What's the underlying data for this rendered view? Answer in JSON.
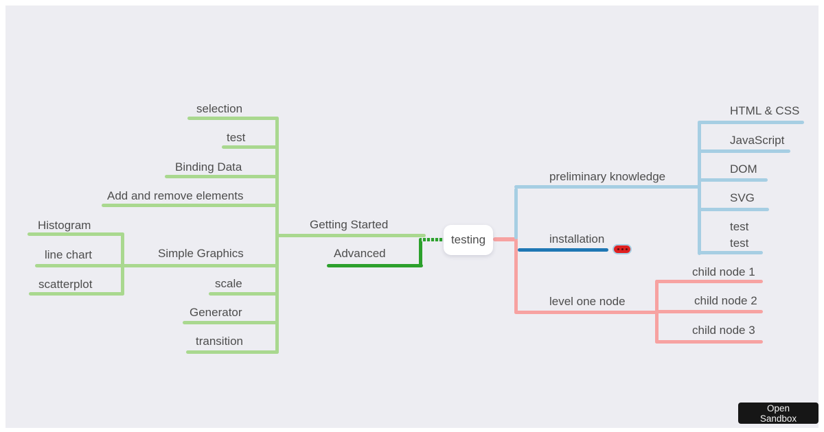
{
  "mindmap": {
    "root": {
      "label": "testing"
    },
    "branches": [
      {
        "label": "Getting Started",
        "color": "#a9d88f",
        "children": [
          {
            "label": "selection"
          },
          {
            "label": "test"
          },
          {
            "label": "Binding Data"
          },
          {
            "label": "Add and remove elements"
          },
          {
            "label": "Simple Graphics",
            "children": [
              {
                "label": "Histogram"
              },
              {
                "label": "line chart"
              },
              {
                "label": "scatterplot"
              }
            ]
          },
          {
            "label": "scale"
          },
          {
            "label": "Generator"
          },
          {
            "label": "transition"
          }
        ]
      },
      {
        "label": "Advanced",
        "color": "#2ca02c"
      },
      {
        "label": "preliminary knowledge",
        "color": "#a6cee3",
        "children": [
          {
            "label": "HTML & CSS"
          },
          {
            "label": "JavaScript"
          },
          {
            "label": "DOM"
          },
          {
            "label": "SVG"
          },
          {
            "lines": [
              "test",
              "test"
            ]
          }
        ]
      },
      {
        "label": "installation",
        "color": "#1f77b4",
        "has_collapsed_children": true
      },
      {
        "label": "level one node",
        "color": "#f7a2a1",
        "children": [
          {
            "label": "child node 1"
          },
          {
            "label": "child node 2"
          },
          {
            "label": "child node 3"
          }
        ]
      }
    ]
  },
  "overlay": {
    "open_sandbox_label": "Open Sandbox"
  },
  "colors": {
    "page_margin": "#ffffff",
    "canvas_background": "#ededf2",
    "branch_green_light": "#a9d88f",
    "branch_green_dark": "#2ca02c",
    "branch_blue_light": "#a6cee3",
    "branch_blue_dark": "#1f77b4",
    "branch_pink": "#f7a2a1",
    "collapsed_indicator_red": "#df2020",
    "text": "#4d4d4d",
    "root_background": "#ffffff",
    "sandbox_button_background": "#161616"
  }
}
